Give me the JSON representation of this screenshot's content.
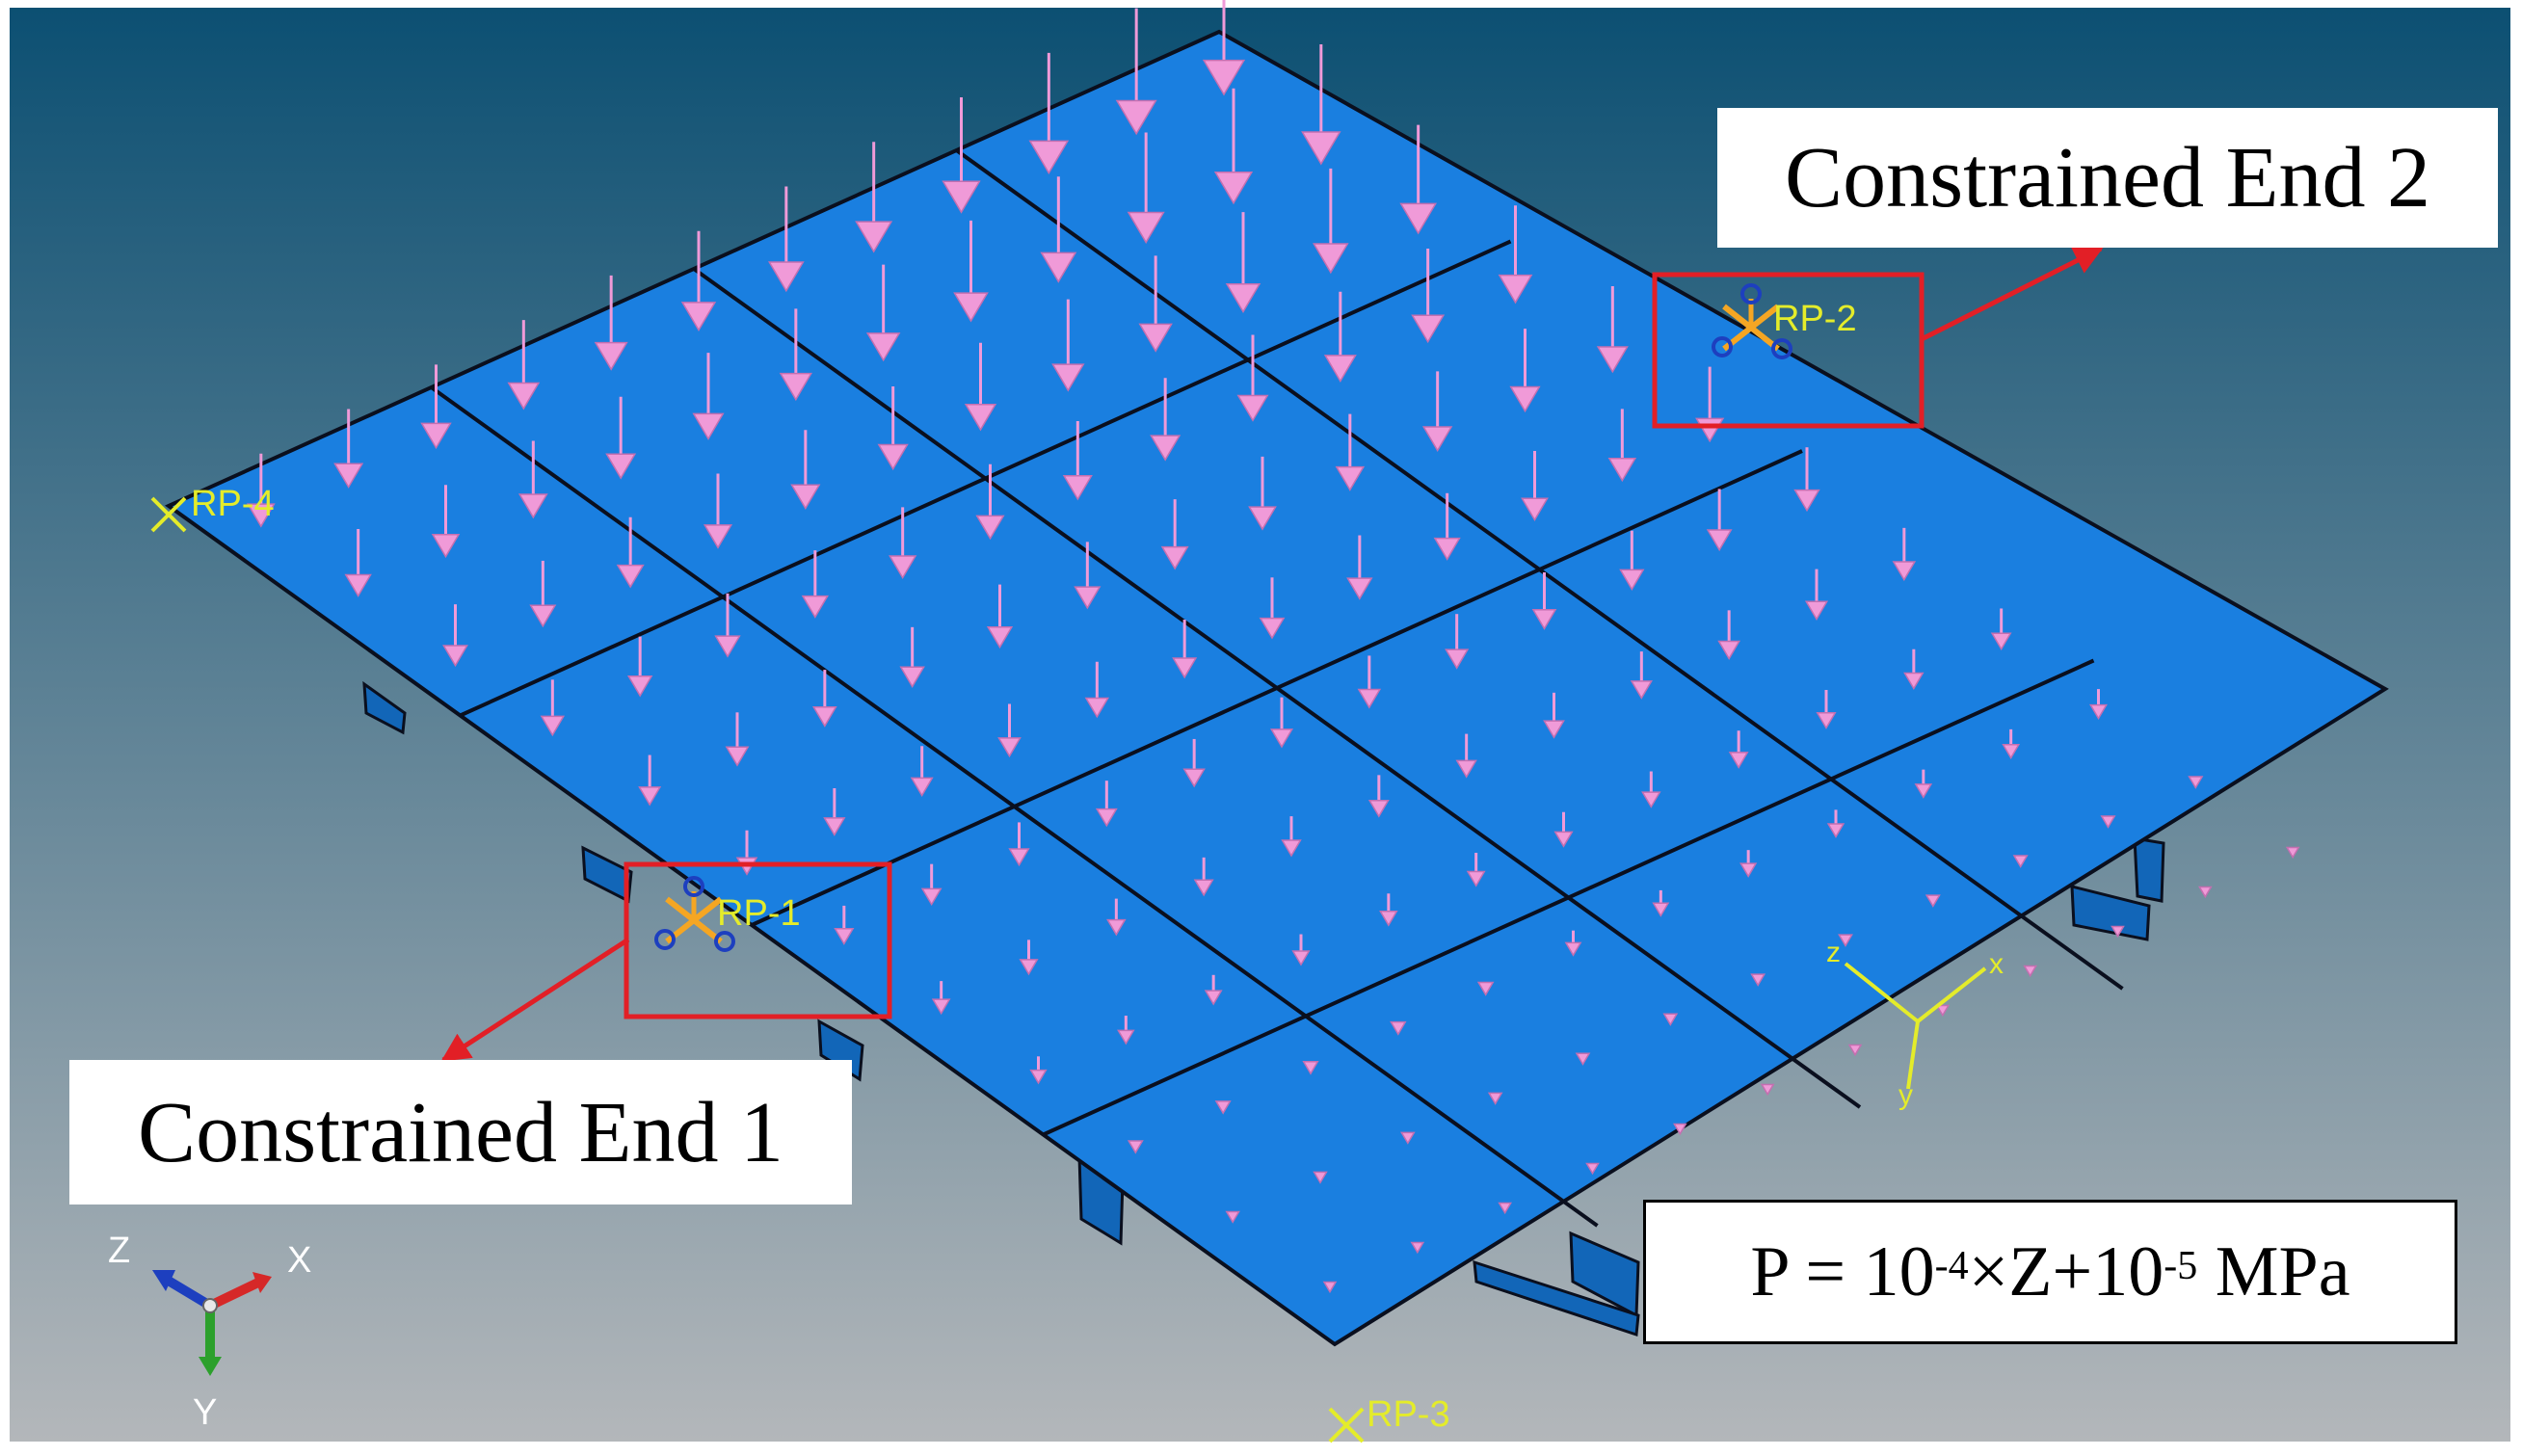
{
  "reference_points": {
    "rp1": "RP-1",
    "rp2": "RP-2",
    "rp3": "RP-3",
    "rp4": "RP-4"
  },
  "callouts": {
    "end1": "Constrained End 1",
    "end2": "Constrained End 2"
  },
  "formula": {
    "lhs": "P = 10",
    "exp1": "-4",
    "mid": "×Z+10",
    "exp2": "-5",
    "unit": " MPa"
  },
  "triad_global": {
    "x": "X",
    "y": "Y",
    "z": "Z"
  },
  "triad_local": {
    "x": "x",
    "y": "y",
    "z": "z"
  },
  "colors": {
    "background_top": "#0b4f72",
    "background_bottom": "#b5b8bb",
    "plate": "#1a7fe0",
    "edges": "#0a0f1e",
    "load_arrows": "#f09ad8",
    "highlight": "#e21f26",
    "rp_labels": "#e4ec2a",
    "constraint_marker": "#f5a623",
    "axis_x": "#d62828",
    "axis_y": "#2ca02c",
    "axis_z": "#1d3fbf"
  },
  "icons": [
    "rp-cross-icon",
    "constraint-symbol-icon",
    "load-arrow-icon",
    "axis-triad-icon"
  ]
}
